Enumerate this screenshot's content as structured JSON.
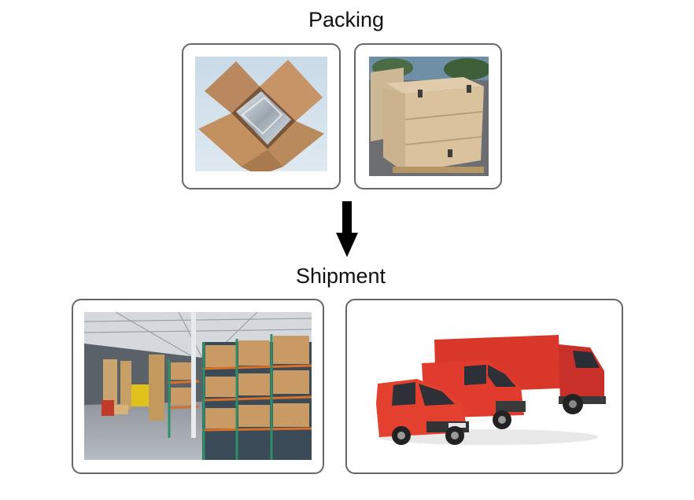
{
  "packing": {
    "title": "Packing",
    "images": [
      "open-cardboard-box-with-bubble-wrap",
      "large-wooden-shipping-crate-on-pallet"
    ]
  },
  "shipment": {
    "title": "Shipment",
    "images": [
      "warehouse-pallet-racking",
      "red-delivery-vehicles"
    ]
  },
  "colors": {
    "border": "#666666",
    "arrow": "#000000",
    "van_red": "#d8372a"
  },
  "icons": {
    "flow_arrow": "down-arrow-icon"
  }
}
